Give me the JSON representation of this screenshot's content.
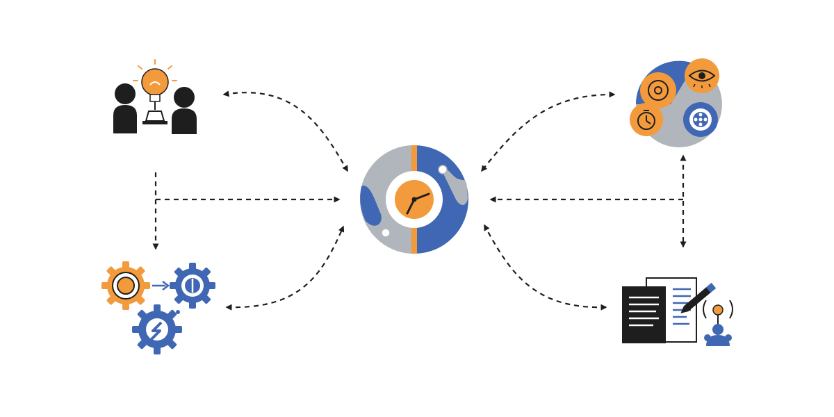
{
  "diagram": {
    "type": "hub-and-spoke",
    "hub": {
      "icon": "clock-dial-icon"
    },
    "nodes": [
      {
        "id": "ideation",
        "icon": "people-lightbulb-icon"
      },
      {
        "id": "process",
        "icon": "gears-icon"
      },
      {
        "id": "services",
        "icon": "service-cluster-icon"
      },
      {
        "id": "documentation",
        "icon": "document-pen-icon"
      }
    ],
    "connectors": [
      {
        "from": "ideation",
        "to": "hub",
        "style": "dashed",
        "direction": "both"
      },
      {
        "from": "ideation",
        "to": "hub",
        "style": "dashed",
        "direction": "forward"
      },
      {
        "from": "ideation",
        "to": "process",
        "style": "dashed",
        "direction": "forward"
      },
      {
        "from": "process",
        "to": "hub",
        "style": "dashed",
        "direction": "both"
      },
      {
        "from": "services",
        "to": "hub",
        "style": "dashed",
        "direction": "both"
      },
      {
        "from": "services",
        "to": "documentation",
        "style": "dashed",
        "direction": "both"
      },
      {
        "from": "services",
        "to": "hub",
        "style": "dashed",
        "direction": "backward"
      },
      {
        "from": "documentation",
        "to": "hub",
        "style": "dashed",
        "direction": "both"
      }
    ]
  },
  "colors": {
    "blue": "#3f67b3",
    "orange": "#f39a3c",
    "gray": "#b1b6bd",
    "dark": "#1e1e1e",
    "background": "#ffffff"
  }
}
